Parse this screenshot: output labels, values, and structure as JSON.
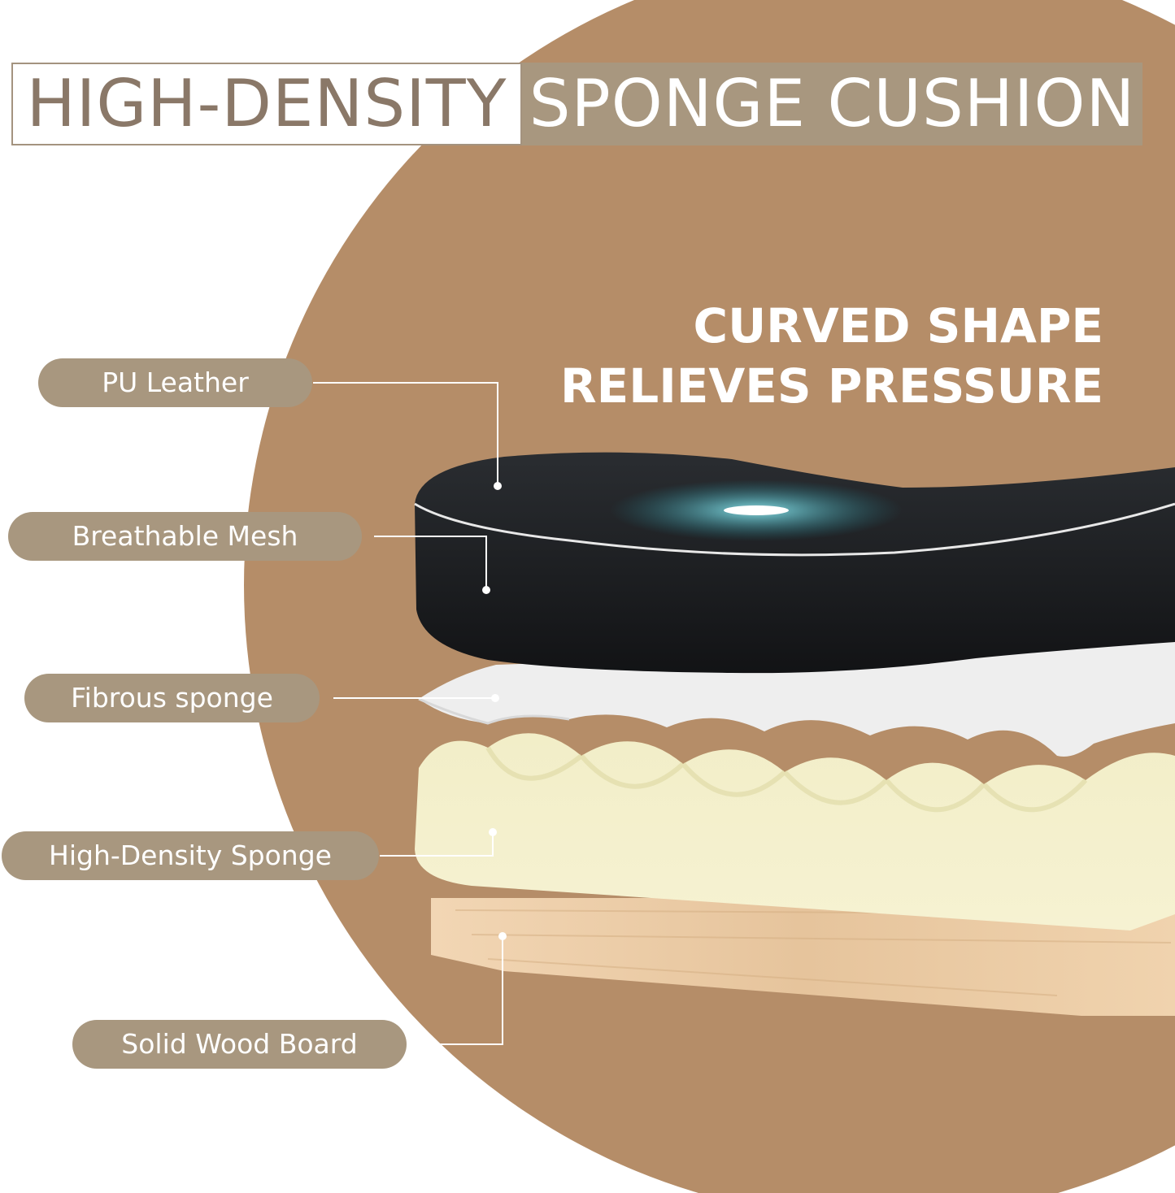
{
  "title": {
    "left": "HIGH-DENSITY",
    "right": "SPONGE CUSHION"
  },
  "headline": {
    "line1": "CURVED SHAPE",
    "line2": "RELIEVES PRESSURE"
  },
  "layers": [
    {
      "label": "PU Leather"
    },
    {
      "label": "Breathable Mesh"
    },
    {
      "label": "Fibrous sponge"
    },
    {
      "label": "High-Density Sponge"
    },
    {
      "label": "Solid Wood Board"
    }
  ],
  "colors": {
    "background_circle": "#b58d68",
    "tag": "#a8977f",
    "title_text": "#8a7868",
    "leather": "#1a1c1f",
    "fibrous_sponge": "#efefef",
    "density_sponge": "#f0ecc2",
    "wood": "#e8c9a2"
  }
}
